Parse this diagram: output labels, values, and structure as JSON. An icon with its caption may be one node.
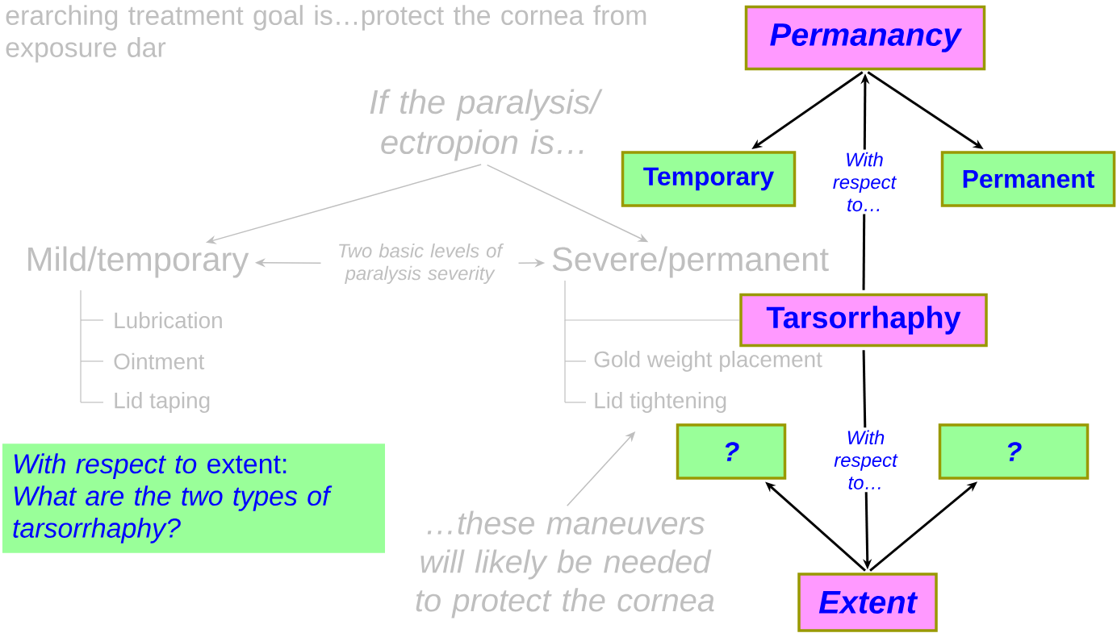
{
  "diagram": {
    "title": "erarching treatment goal is…protect the cornea from exposure dar",
    "nodes": [
      {
        "text": [
          "Permanancy"
        ]
      },
      {
        "text": [
          "If the paralysis/ ectropion is…"
        ]
      },
      {
        "text": [
          "Temporary"
        ]
      },
      {
        "text": [
          "Permanent"
        ]
      },
      {
        "text": [
          "Mild/temporary"
        ]
      },
      {
        "text": [
          "Two basic levels of paralysis severity"
        ]
      },
      {
        "text": [
          "Severe/permanent"
        ]
      },
      {
        "text": [
          "Tarsorrhaphy"
        ]
      },
      {
        "text": [
          "?"
        ]
      },
      {
        "text": [
          "?"
        ]
      },
      {
        "text": [
          "*With respect to* extent: *What are the two types of tarsorrhaphy?*"
        ]
      },
      {
        "text": [
          "…these maneuvers will likely be needed to protect the cornea"
        ]
      },
      {
        "text": [
          "Extent"
        ]
      }
    ],
    "edges": [
      {
        "from": 0,
        "to": 2,
        "arrow": "to"
      },
      {
        "from": 0,
        "to": 3,
        "arrow": "to"
      },
      {
        "from": 7,
        "to": 0,
        "arrow": "to",
        "label": "With respect to…"
      },
      {
        "from": 1,
        "to": 4,
        "arrow": "to",
        "color": "#bfbfbf"
      },
      {
        "from": 1,
        "to": 6,
        "arrow": "to",
        "color": "#bfbfbf"
      },
      {
        "from": 5,
        "to": 4,
        "arrow": "to",
        "color": "#bfbfbf"
      },
      {
        "from": 5,
        "to": 6,
        "arrow": "to",
        "color": "#bfbfbf"
      },
      {
        "from": 7,
        "to": 12,
        "arrow": "to",
        "label": "With respect to…"
      },
      {
        "from": 12,
        "to": 8,
        "arrow": "to"
      },
      {
        "from": 12,
        "to": 9,
        "arrow": "to"
      },
      {
        "from": 11,
        "to": null,
        "arrow": "to",
        "color": "#bfbfbf"
      },
      {
        "from": 6,
        "to": 7,
        "arrow": "none",
        "color": "#bfbfbf"
      }
    ],
    "labels": [
      "Lubrication",
      "Ointment",
      "Lid taping",
      "Gold weight placement",
      "Lid tightening"
    ]
  }
}
